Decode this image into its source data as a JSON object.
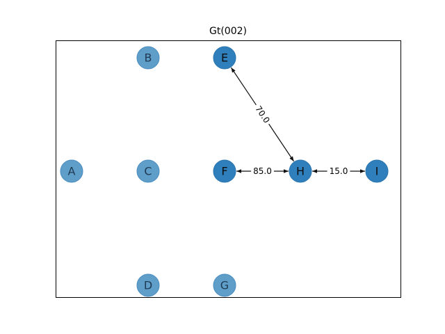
{
  "title": "Gt(002)",
  "colors": {
    "node_faded": "#5f9ec9",
    "node_faded_stroke": "#4a8cc0",
    "node_active": "#2f7fbc",
    "node_active_stroke": "#2a74ad",
    "label_faded": "#1f3a52",
    "label_active": "#0d0d0d",
    "edge": "#111111",
    "frame": "#000000"
  },
  "nodes": [
    {
      "id": "A",
      "label": "A",
      "active": false
    },
    {
      "id": "B",
      "label": "B",
      "active": false
    },
    {
      "id": "C",
      "label": "C",
      "active": false
    },
    {
      "id": "D",
      "label": "D",
      "active": false
    },
    {
      "id": "E",
      "label": "E",
      "active": true
    },
    {
      "id": "F",
      "label": "F",
      "active": true
    },
    {
      "id": "G",
      "label": "G",
      "active": false
    },
    {
      "id": "H",
      "label": "H",
      "active": true
    },
    {
      "id": "I",
      "label": "I",
      "active": true
    }
  ],
  "edges": [
    {
      "from": "E",
      "to": "H",
      "label": "70.0"
    },
    {
      "from": "F",
      "to": "H",
      "label": "85.0"
    },
    {
      "from": "H",
      "to": "I",
      "label": "15.0"
    }
  ]
}
